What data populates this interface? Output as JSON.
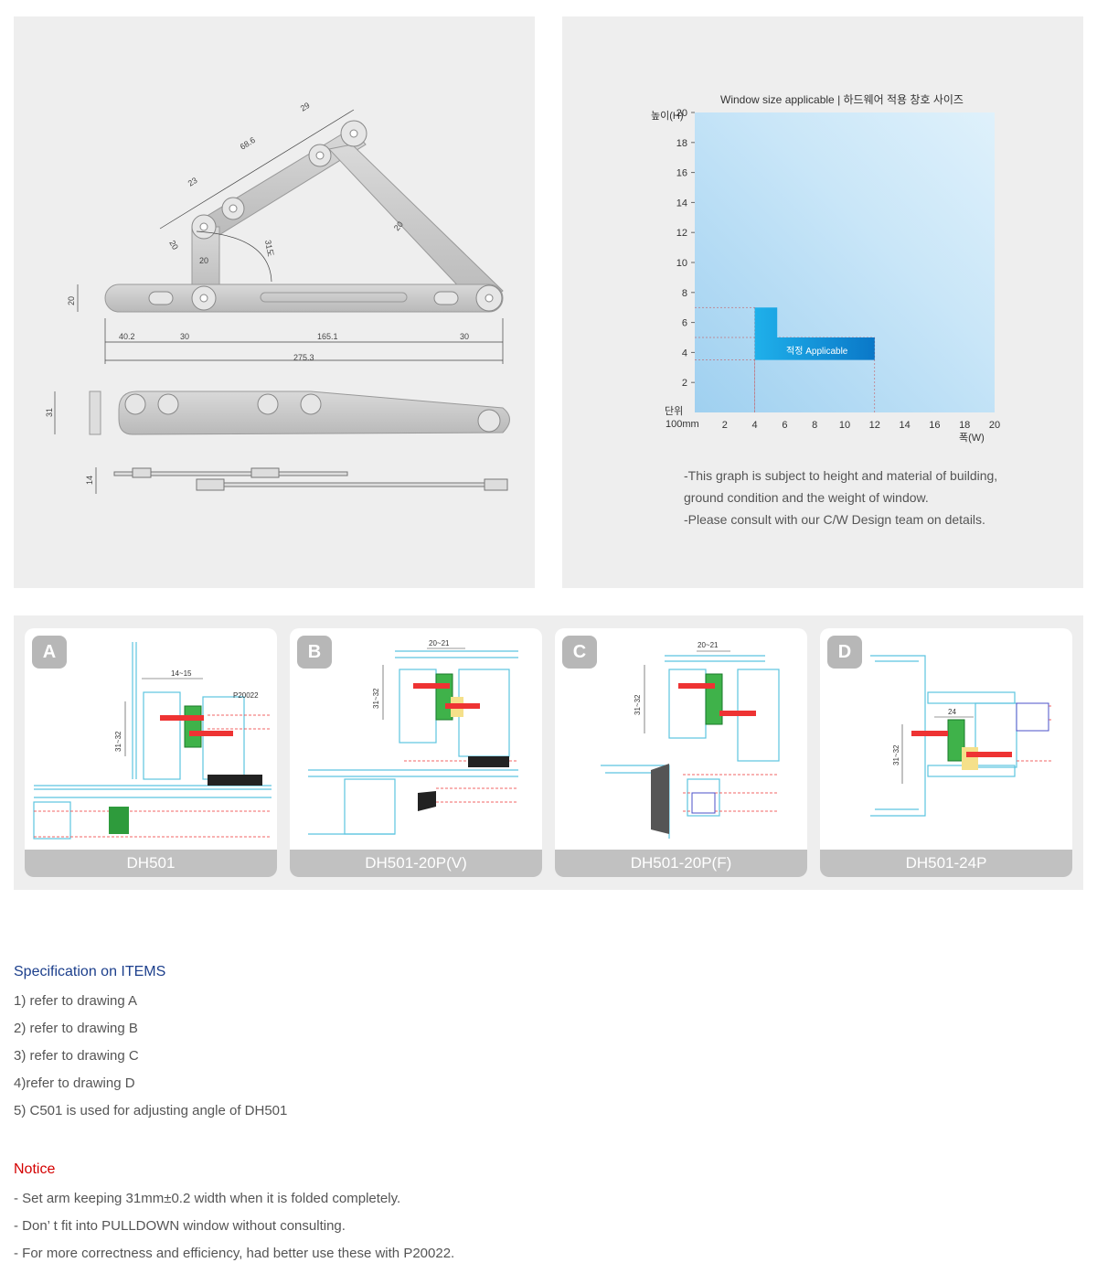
{
  "arm_drawing": {
    "dims": {
      "d29": "29",
      "d68_6": "68.6",
      "d23": "23",
      "d20_top": "20",
      "d20_mid": "20",
      "d31deg": "31도",
      "d20_right": "20",
      "d20_left": "20",
      "d40_2": "40.2",
      "d30_a": "30",
      "d165_1": "165.1",
      "d30_b": "30",
      "d275_3": "275.3",
      "d31": "31",
      "d14": "14"
    }
  },
  "graph": {
    "title": "Window size applicable | 하드웨어 적용 창호 사이즈",
    "y_axis_label": "높이(H)",
    "x_axis_label": "폭(W)",
    "unit_label_1": "단위",
    "unit_label_2": "100mm",
    "region_label": "적정 Applicable",
    "y_ticks": [
      "20",
      "18",
      "16",
      "14",
      "12",
      "10",
      "8",
      "6",
      "4",
      "2"
    ],
    "x_ticks": [
      "2",
      "4",
      "6",
      "8",
      "10",
      "12",
      "14",
      "16",
      "18",
      "20"
    ],
    "notes": [
      "-This graph is subject to height and material of building,",
      "ground condition and the weight of window.",
      "-Please consult with our C/W Design team on details."
    ]
  },
  "chart_data": {
    "type": "area",
    "title": "Window size applicable | 하드웨어 적용 창호 사이즈",
    "xlabel": "폭(W)",
    "ylabel": "높이(H)",
    "xlim": [
      0,
      20
    ],
    "ylim": [
      0,
      20
    ],
    "unit": "100mm",
    "series": [
      {
        "name": "적정 Applicable",
        "x": [
          4,
          4,
          5.5,
          5.5,
          12,
          12
        ],
        "y": [
          3.5,
          7,
          7,
          5,
          5,
          3.5
        ]
      }
    ]
  },
  "drawings": [
    {
      "badge": "A",
      "caption": "DH501",
      "dim1": "14~15",
      "dim2": "31~32",
      "part": "P20022"
    },
    {
      "badge": "B",
      "caption": "DH501-20P(V)",
      "dim1": "20~21",
      "dim2": "31~32"
    },
    {
      "badge": "C",
      "caption": "DH501-20P(F)",
      "dim1": "20~21",
      "dim2": "31~32"
    },
    {
      "badge": "D",
      "caption": "DH501-24P",
      "dim1": "24",
      "dim2": "31~32"
    }
  ],
  "spec": {
    "heading": "Specification on ITEMS",
    "items": [
      "1)  refer to drawing A",
      "2) refer to drawing B",
      "3) refer to drawing C",
      "4)refer to drawing D",
      "5) C501 is used for adjusting angle of DH501"
    ]
  },
  "notice": {
    "heading": "Notice",
    "items": [
      "-  Set arm keeping 31mm±0.2 width when it is folded completely.",
      "- Don’ t fit into PULLDOWN window without consulting.",
      "- For more correctness and efficiency, had better use these with P20022."
    ]
  },
  "colors": {
    "accent_blue": "#1c3f8c",
    "notice_red": "#d40000",
    "applicable": "#1296d8"
  }
}
